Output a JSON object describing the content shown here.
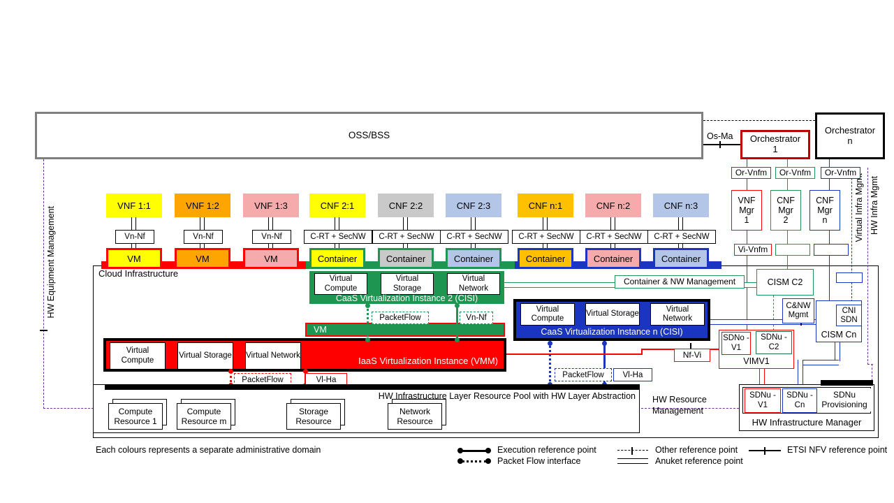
{
  "colors": {
    "red": "#FF0000",
    "darkred": "#C00000",
    "green": "#1E9550",
    "darkgreen": "#1E7145",
    "blue": "#1A35BF",
    "yellow": "#FFFF00",
    "orange": "#FFA500",
    "orange2": "#FFC000",
    "pink": "#F5ABAB",
    "gray": "#C9C9C9",
    "lightblue": "#B4C6E7",
    "cyan": "#00B0F0",
    "purple": "#7030A0",
    "graystroke": "#7F7F7F"
  },
  "top": {
    "oss_bss": "OSS/BSS",
    "os_ma": "Os-Ma",
    "orchestrator_1": "Orchestrator 1",
    "orchestrator_n": "Orchestrator n"
  },
  "managers": {
    "or_vnfm_1": "Or-Vnfm",
    "or_vnfm_2": "Or-Vnfm",
    "or_vnfm_n": "Or-Vnfm",
    "vnf_mgr_1": "VNF Mgr 1",
    "cnf_mgr_2": "CNF Mgr 2",
    "cnf_mgr_n": "CNF Mgr n",
    "vi_vnfm": "Vi-Vnfm"
  },
  "columns": [
    {
      "app": "VNF 1:1",
      "iface": "Vn-Nf",
      "platform": "VM"
    },
    {
      "app": "VNF 1:2",
      "iface": "Vn-Nf",
      "platform": "VM"
    },
    {
      "app": "VNF 1:3",
      "iface": "Vn-Nf",
      "platform": "VM"
    },
    {
      "app": "CNF 2:1",
      "iface": "C-RT + SecNW",
      "platform": "Container"
    },
    {
      "app": "CNF 2:2",
      "iface": "C-RT + SecNW",
      "platform": "Container"
    },
    {
      "app": "CNF 2:3",
      "iface": "C-RT + SecNW",
      "platform": "Container"
    },
    {
      "app": "CNF n:1",
      "iface": "C-RT + SecNW",
      "platform": "Container"
    },
    {
      "app": "CNF n:2",
      "iface": "C-RT + SecNW",
      "platform": "Container"
    },
    {
      "app": "CNF n:3",
      "iface": "C-RT + SecNW",
      "platform": "Container"
    }
  ],
  "cloud": {
    "title": "Cloud Infrastructure",
    "cisi2": {
      "vc": "Virtual Compute",
      "vs": "Virtual Storage",
      "vn": "Virtual Network",
      "label": "CaaS Virtualization Instance 2 (CISI)",
      "packetflow": "PacketFlow",
      "vn_nf": "Vn-Nf"
    },
    "vm_bar": "VM",
    "iaas": {
      "vc": "Virtual Compute",
      "vs": "Virtual Storage",
      "vn": "Virtual Network",
      "label": "IaaS Virtualization Instance (VMM)",
      "packetflow": "PacketFlow",
      "vl_ha": "Vl-Ha"
    },
    "cisin": {
      "vc": "Virtual Compute",
      "vs": "Virtual Storage",
      "vn": "Virtual Network",
      "label": "CaaS Virtualization Instance n (CISI)",
      "packetflow": "PacketFlow",
      "vl_ha": "Vl-Ha"
    },
    "container_nw_mgmt": "Container & NW Management",
    "hw_pool": "HW Infrastructure Layer Resource Pool with HW Layer Abstraction",
    "resources": [
      "Compute Resource 1",
      "Compute Resource m",
      "Storage Resource",
      "Network Resource"
    ]
  },
  "right": {
    "cism_c2": "CISM C2",
    "cnw_mgmt": "C&NW Mgmt",
    "cni_sdn": "CNI SDN",
    "cism_cn": "CISM Cn",
    "sdno_v1": "SDNo -V1",
    "sdnu_c2": "SDNu -C2",
    "vimv1": "VIMV1",
    "nf_vi": "Nf-Vi",
    "sdnu_v1": "SDNu -V1",
    "sdnu_cn": "SDNu -Cn",
    "sdnu_prov": "SDNu Provisioning",
    "hw_mgr": "HW Infrastructure Manager",
    "hw_res_mgmt": "HW Resource Management"
  },
  "sides": {
    "hw_equipment_mgmt": "HW Equipment Management",
    "virtual_infra_mgmt": "Virtual Infra Mgmt",
    "hw_infra_mgmt": "HW Infra Mgmt"
  },
  "legend": {
    "caption": "Each colours represents a separate administrative domain",
    "execution": "Execution reference point",
    "packet_flow": "Packet Flow interface",
    "other": "Other reference point",
    "anuket": "Anuket reference point",
    "etsi": "ETSI NFV reference point"
  }
}
